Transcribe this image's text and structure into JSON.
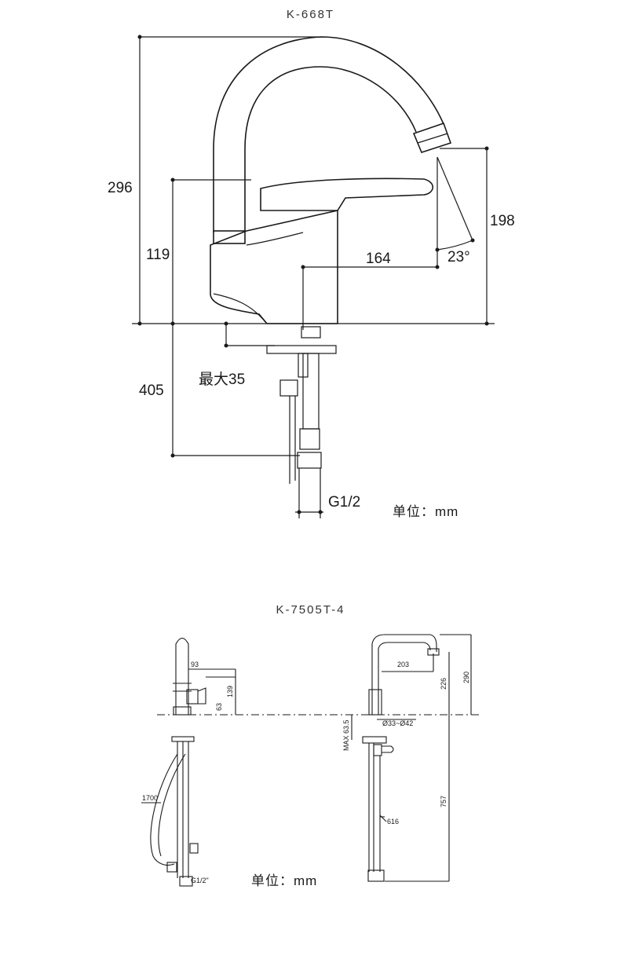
{
  "diagram_top": {
    "model": "K-668T",
    "dims": {
      "height_total": "296",
      "handle_height": "119",
      "spout_height": "198",
      "spout_angle": "23°",
      "reach": "164",
      "max_thickness": "最大35",
      "below_deck": "405",
      "thread": "G1/2"
    },
    "unit_label": "单位：mm"
  },
  "diagram_bottom": {
    "model": "K-7505T-4",
    "dims": {
      "d93": "93",
      "d139": "139",
      "d63": "63",
      "hose": "1700",
      "thread": "G1/2\"",
      "reach": "203",
      "d226": "226",
      "d290": "290",
      "hole_dia": "Ø33~Ø42",
      "max_deck": "MAX 63.5",
      "d757": "757",
      "d616": "616"
    },
    "unit_label": "单位：mm"
  }
}
